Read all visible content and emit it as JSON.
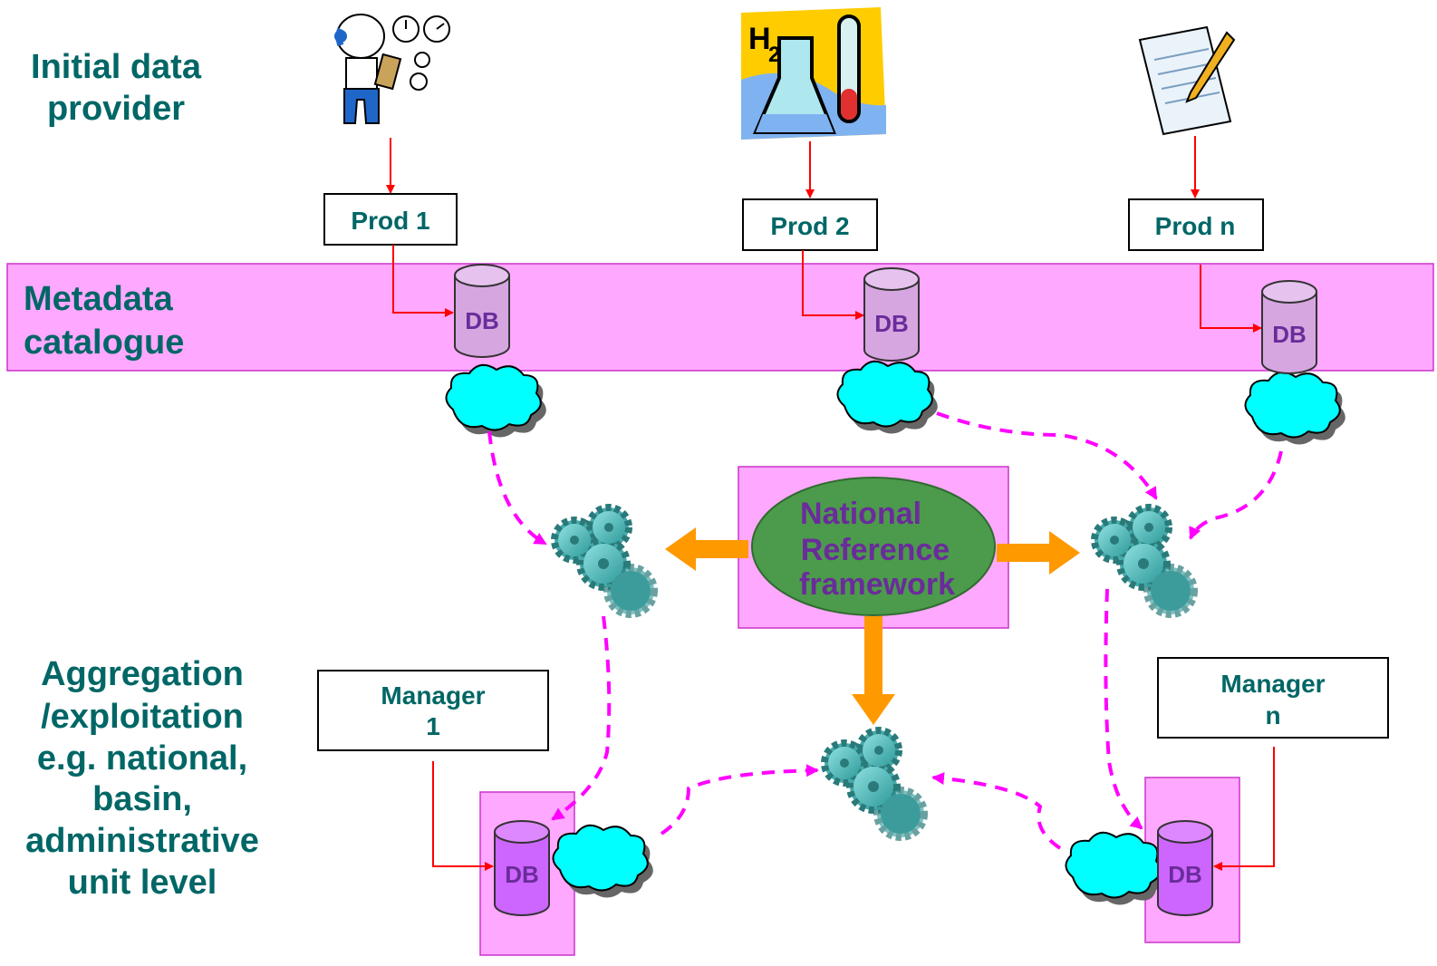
{
  "labels": {
    "initial_provider": [
      "Initial data",
      "provider"
    ],
    "metadata_catalogue": [
      "Metadata",
      "catalogue"
    ],
    "aggregation": [
      "Aggregation",
      "/exploitation",
      "e.g. national,",
      "basin,",
      "administrative",
      "unit level"
    ]
  },
  "producers": [
    {
      "label": "Prod 1",
      "icon": "worker-with-clipboard-icon"
    },
    {
      "label": "Prod 2",
      "icon": "laboratory-flask-icon"
    },
    {
      "label": "Prod n",
      "icon": "document-with-pen-icon"
    }
  ],
  "managers": [
    {
      "label": [
        "Manager",
        "1"
      ]
    },
    {
      "label": [
        "Manager",
        "n"
      ]
    }
  ],
  "db_label": "DB",
  "national_reference": [
    "National",
    "Reference",
    "framework"
  ],
  "colors": {
    "teal_text": "#006666",
    "magenta_band": "#ff99ff",
    "magenta_dash": "#ff00ff",
    "red_arrow": "#ff0000",
    "orange_arrow": "#ff9900",
    "green_ellipse": "#4c9a4c",
    "cloud_cyan": "#00ffff",
    "db_lavender": "#d6a6e0",
    "db_purple": "#cc66ff",
    "gear_teal": "#5fc4c4"
  }
}
